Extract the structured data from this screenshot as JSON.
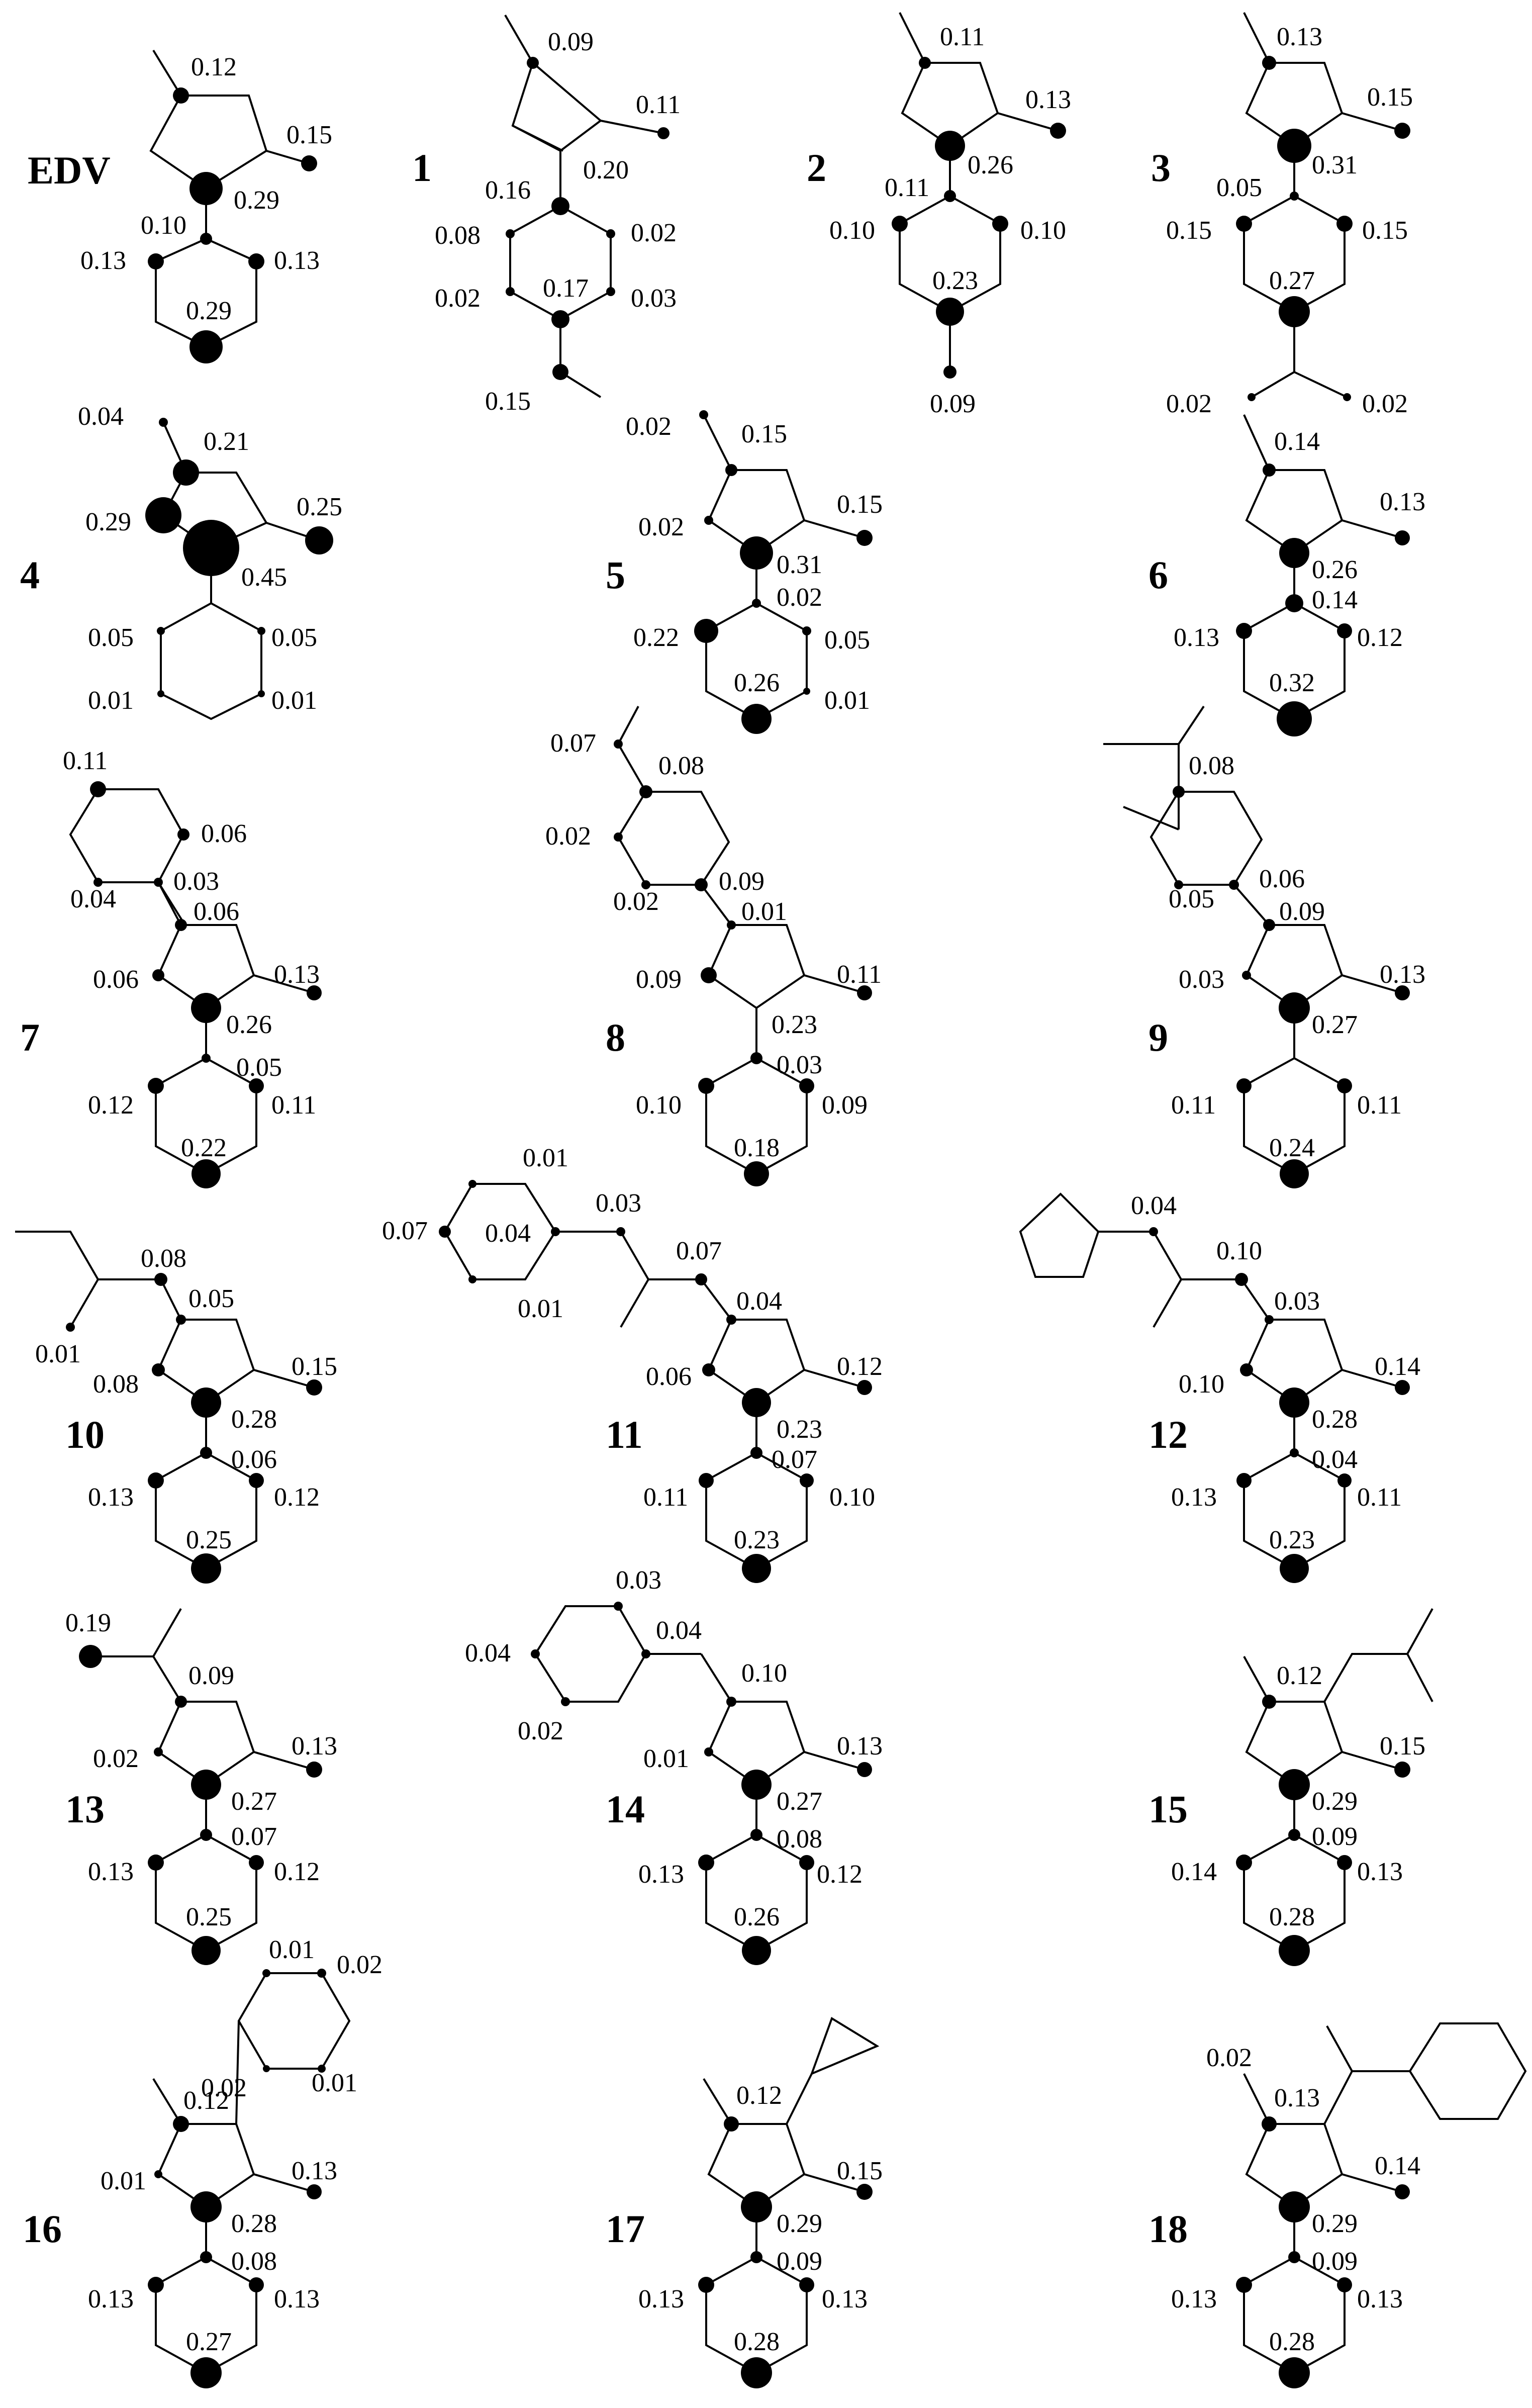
{
  "compounds": [
    {
      "label": "EDV",
      "ring_values": [
        "0.12",
        "0.29",
        "0.15",
        "0.10",
        "0.13",
        "0.13",
        "0.29"
      ]
    },
    {
      "label": "1",
      "values": [
        "0.09",
        "0.11",
        "0.20",
        "0.16",
        "0.08",
        "0.02",
        "0.17",
        "0.02",
        "0.03",
        "0.15"
      ]
    },
    {
      "label": "2",
      "values": [
        "0.11",
        "0.13",
        "0.26",
        "0.11",
        "0.10",
        "0.10",
        "0.23",
        "0.09"
      ]
    },
    {
      "label": "3",
      "values": [
        "0.13",
        "0.15",
        "0.31",
        "0.05",
        "0.15",
        "0.15",
        "0.27",
        "0.02",
        "0.02"
      ]
    },
    {
      "label": "4",
      "values": [
        "0.04",
        "0.21",
        "0.29",
        "0.25",
        "0.45",
        "0.05",
        "0.05",
        "0.01",
        "0.01"
      ]
    },
    {
      "label": "5",
      "values": [
        "0.02",
        "0.15",
        "0.02",
        "0.15",
        "0.31",
        "0.02",
        "0.22",
        "0.05",
        "0.26",
        "0.01"
      ]
    },
    {
      "label": "6",
      "values": [
        "0.14",
        "0.13",
        "0.26",
        "0.14",
        "0.13",
        "0.12",
        "0.32"
      ]
    },
    {
      "label": "7",
      "values": [
        "0.11",
        "0.06",
        "0.03",
        "0.04",
        "0.06",
        "0.06",
        "0.13",
        "0.26",
        "0.05",
        "0.12",
        "0.11",
        "0.22"
      ]
    },
    {
      "label": "8",
      "values": [
        "0.07",
        "0.08",
        "0.02",
        "0.02",
        "0.09",
        "0.01",
        "0.09",
        "0.11",
        "0.23",
        "0.03",
        "0.10",
        "0.09",
        "0.18"
      ]
    },
    {
      "label": "9",
      "values": [
        "0.08",
        "0.05",
        "0.06",
        "0.09",
        "0.03",
        "0.13",
        "0.27",
        "0.11",
        "0.11",
        "0.24"
      ]
    },
    {
      "label": "10",
      "values": [
        "0.08",
        "0.01",
        "0.05",
        "0.08",
        "0.15",
        "0.28",
        "0.06",
        "0.13",
        "0.12",
        "0.25"
      ]
    },
    {
      "label": "11",
      "values": [
        "0.01",
        "0.07",
        "0.04",
        "0.01",
        "0.03",
        "0.07",
        "0.04",
        "0.06",
        "0.12",
        "0.23",
        "0.07",
        "0.11",
        "0.10",
        "0.23"
      ]
    },
    {
      "label": "12",
      "values": [
        "0.04",
        "0.10",
        "0.03",
        "0.10",
        "0.14",
        "0.28",
        "0.04",
        "0.13",
        "0.11",
        "0.23"
      ]
    },
    {
      "label": "13",
      "values": [
        "0.19",
        "0.09",
        "0.02",
        "0.13",
        "0.27",
        "0.07",
        "0.13",
        "0.12",
        "0.25"
      ]
    },
    {
      "label": "14",
      "values": [
        "0.03",
        "0.04",
        "0.04",
        "0.02",
        "0.10",
        "0.01",
        "0.13",
        "0.27",
        "0.08",
        "0.13",
        "0.12",
        "0.26"
      ]
    },
    {
      "label": "15",
      "values": [
        "0.12",
        "0.15",
        "0.29",
        "0.09",
        "0.14",
        "0.13",
        "0.28"
      ]
    },
    {
      "label": "16",
      "values": [
        "0.01",
        "0.02",
        "0.02",
        "0.01",
        "0.12",
        "0.01",
        "0.13",
        "0.28",
        "0.08",
        "0.13",
        "0.13",
        "0.27"
      ]
    },
    {
      "label": "17",
      "values": [
        "0.12",
        "0.15",
        "0.29",
        "0.09",
        "0.13",
        "0.13",
        "0.28"
      ]
    },
    {
      "label": "18",
      "values": [
        "0.02",
        "0.13",
        "0.14",
        "0.29",
        "0.09",
        "0.13",
        "0.13",
        "0.28"
      ]
    }
  ]
}
